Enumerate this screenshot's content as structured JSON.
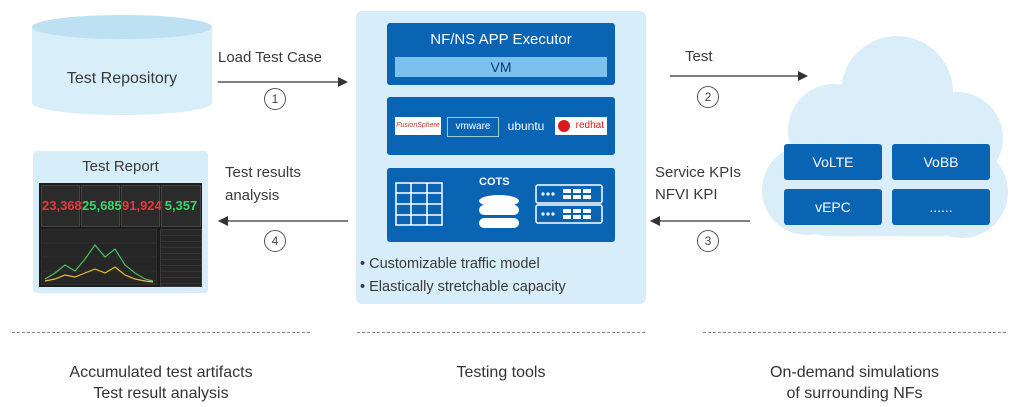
{
  "repository": {
    "label": "Test Repository"
  },
  "arrow1": {
    "label": "Load Test Case",
    "step": "1"
  },
  "executor": {
    "title": "NF/NS APP Executor",
    "vm": "VM"
  },
  "platforms": {
    "fusion": "FusionSphere",
    "vmware": "vmware",
    "ubuntu": "ubuntu",
    "redhat": "redhat"
  },
  "hardware": {
    "label": "COTS"
  },
  "bullets": [
    "Customizable traffic model",
    "Elastically stretchable capacity"
  ],
  "arrow2": {
    "label": "Test",
    "step": "2"
  },
  "cloud": {
    "services": [
      "VoLTE",
      "VoBB",
      "vEPC",
      "......"
    ]
  },
  "arrow3": {
    "label_line1": "Service KPIs",
    "label_line2": "NFVI KPI",
    "step": "3"
  },
  "arrow4": {
    "label_line1": "Test results",
    "label_line2": "analysis",
    "step": "4"
  },
  "report": {
    "title": "Test Report",
    "kpis": [
      {
        "value": "23,368",
        "color": "#e83a3a"
      },
      {
        "value": "25,685",
        "color": "#3ed36a"
      },
      {
        "value": "91,924",
        "color": "#e83a3a"
      },
      {
        "value": "5,357",
        "color": "#3ed36a"
      }
    ]
  },
  "footer": {
    "left_line1": "Accumulated test artifacts",
    "left_line2": "Test result analysis",
    "center": "Testing tools",
    "right_line1": "On-demand simulations",
    "right_line2": "of surrounding NFs"
  },
  "colors": {
    "accent": "#0a64b4",
    "panel": "#d7edf9",
    "light": "#7cc0ec"
  }
}
